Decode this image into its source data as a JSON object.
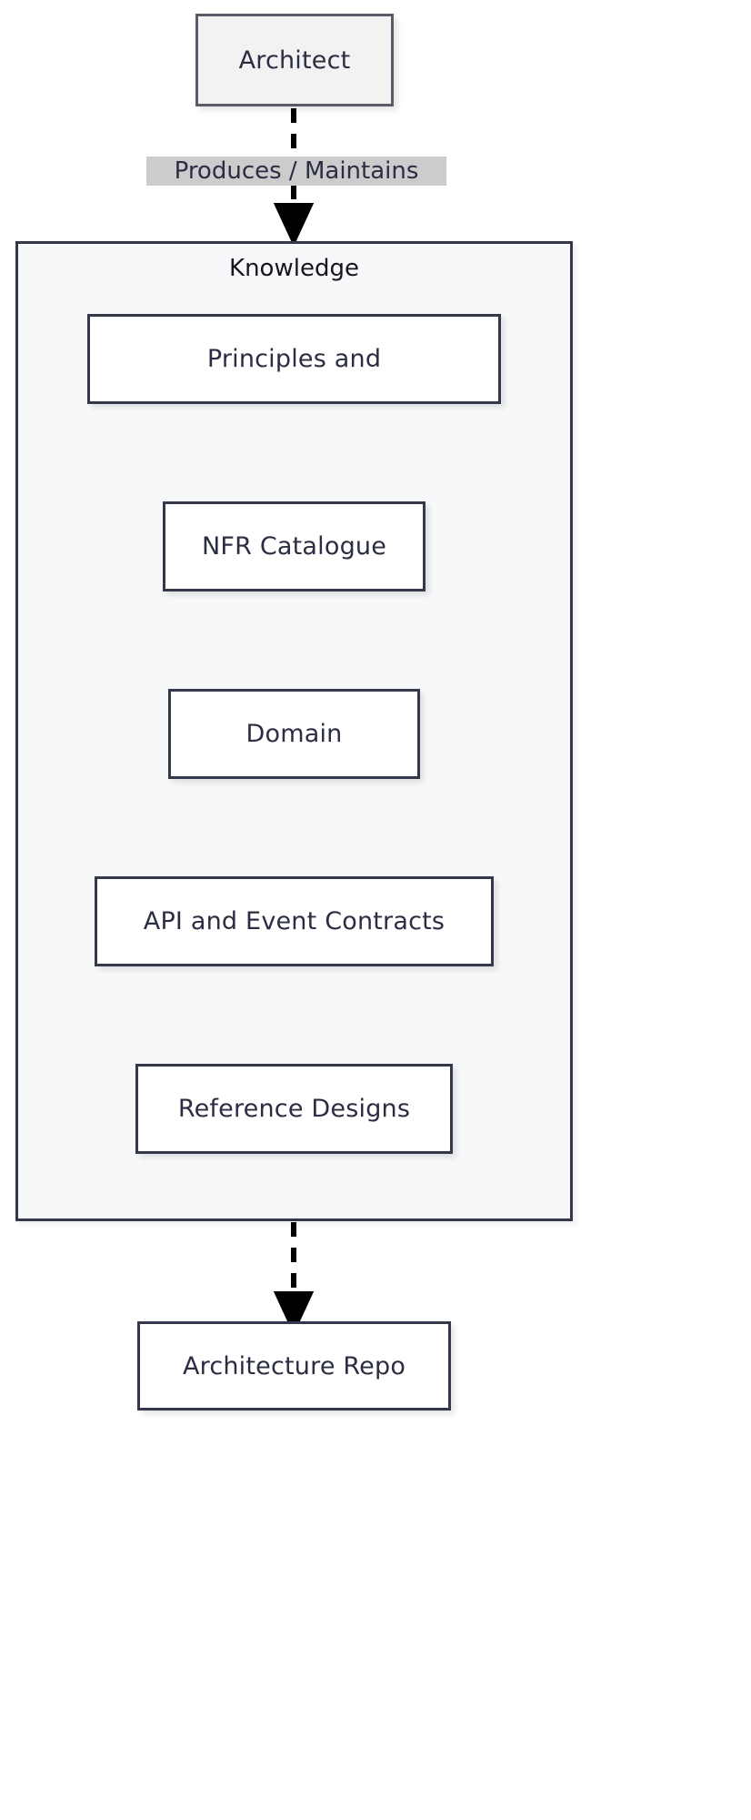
{
  "diagram": {
    "type": "flowchart",
    "direction": "top-down",
    "title": "",
    "background_color": "#ffffff",
    "colors": {
      "actor_fill": "#f2f2f2",
      "actor_border": "#5a5a68",
      "artifact_fill": "#ffffff",
      "artifact_border": "#35374b",
      "subgraph_fill": "#f7f8fa",
      "subgraph_border": "#35374b",
      "edge_stroke": "#000000",
      "edge_label_bg": "#cccccc",
      "text": "#2b2d42"
    }
  },
  "nodes": {
    "architect": {
      "label": "Architect",
      "shape": "rect",
      "style": "actor"
    },
    "principles": {
      "label": "Principles and",
      "shape": "rect",
      "style": "artifact"
    },
    "nfr_catalogue": {
      "label": "NFR Catalogue",
      "shape": "rect",
      "style": "artifact"
    },
    "domain": {
      "label": "Domain",
      "shape": "rect",
      "style": "artifact"
    },
    "api_contracts": {
      "label": "API and Event Contracts",
      "shape": "rect",
      "style": "artifact"
    },
    "reference_designs": {
      "label": "Reference Designs",
      "shape": "rect",
      "style": "artifact"
    },
    "architecture_repo": {
      "label": "Architecture Repo",
      "shape": "rect",
      "style": "artifact"
    }
  },
  "subgraphs": {
    "knowledge": {
      "title": "Knowledge",
      "members": [
        "principles",
        "nfr_catalogue",
        "domain",
        "api_contracts",
        "reference_designs"
      ]
    }
  },
  "edges": [
    {
      "from": "architect",
      "to": "knowledge",
      "label": "Produces / Maintains",
      "line": "dashed",
      "arrow": "triangle"
    },
    {
      "from": "knowledge",
      "to": "architecture_repo",
      "label": "",
      "line": "dashed",
      "arrow": "triangle"
    }
  ]
}
